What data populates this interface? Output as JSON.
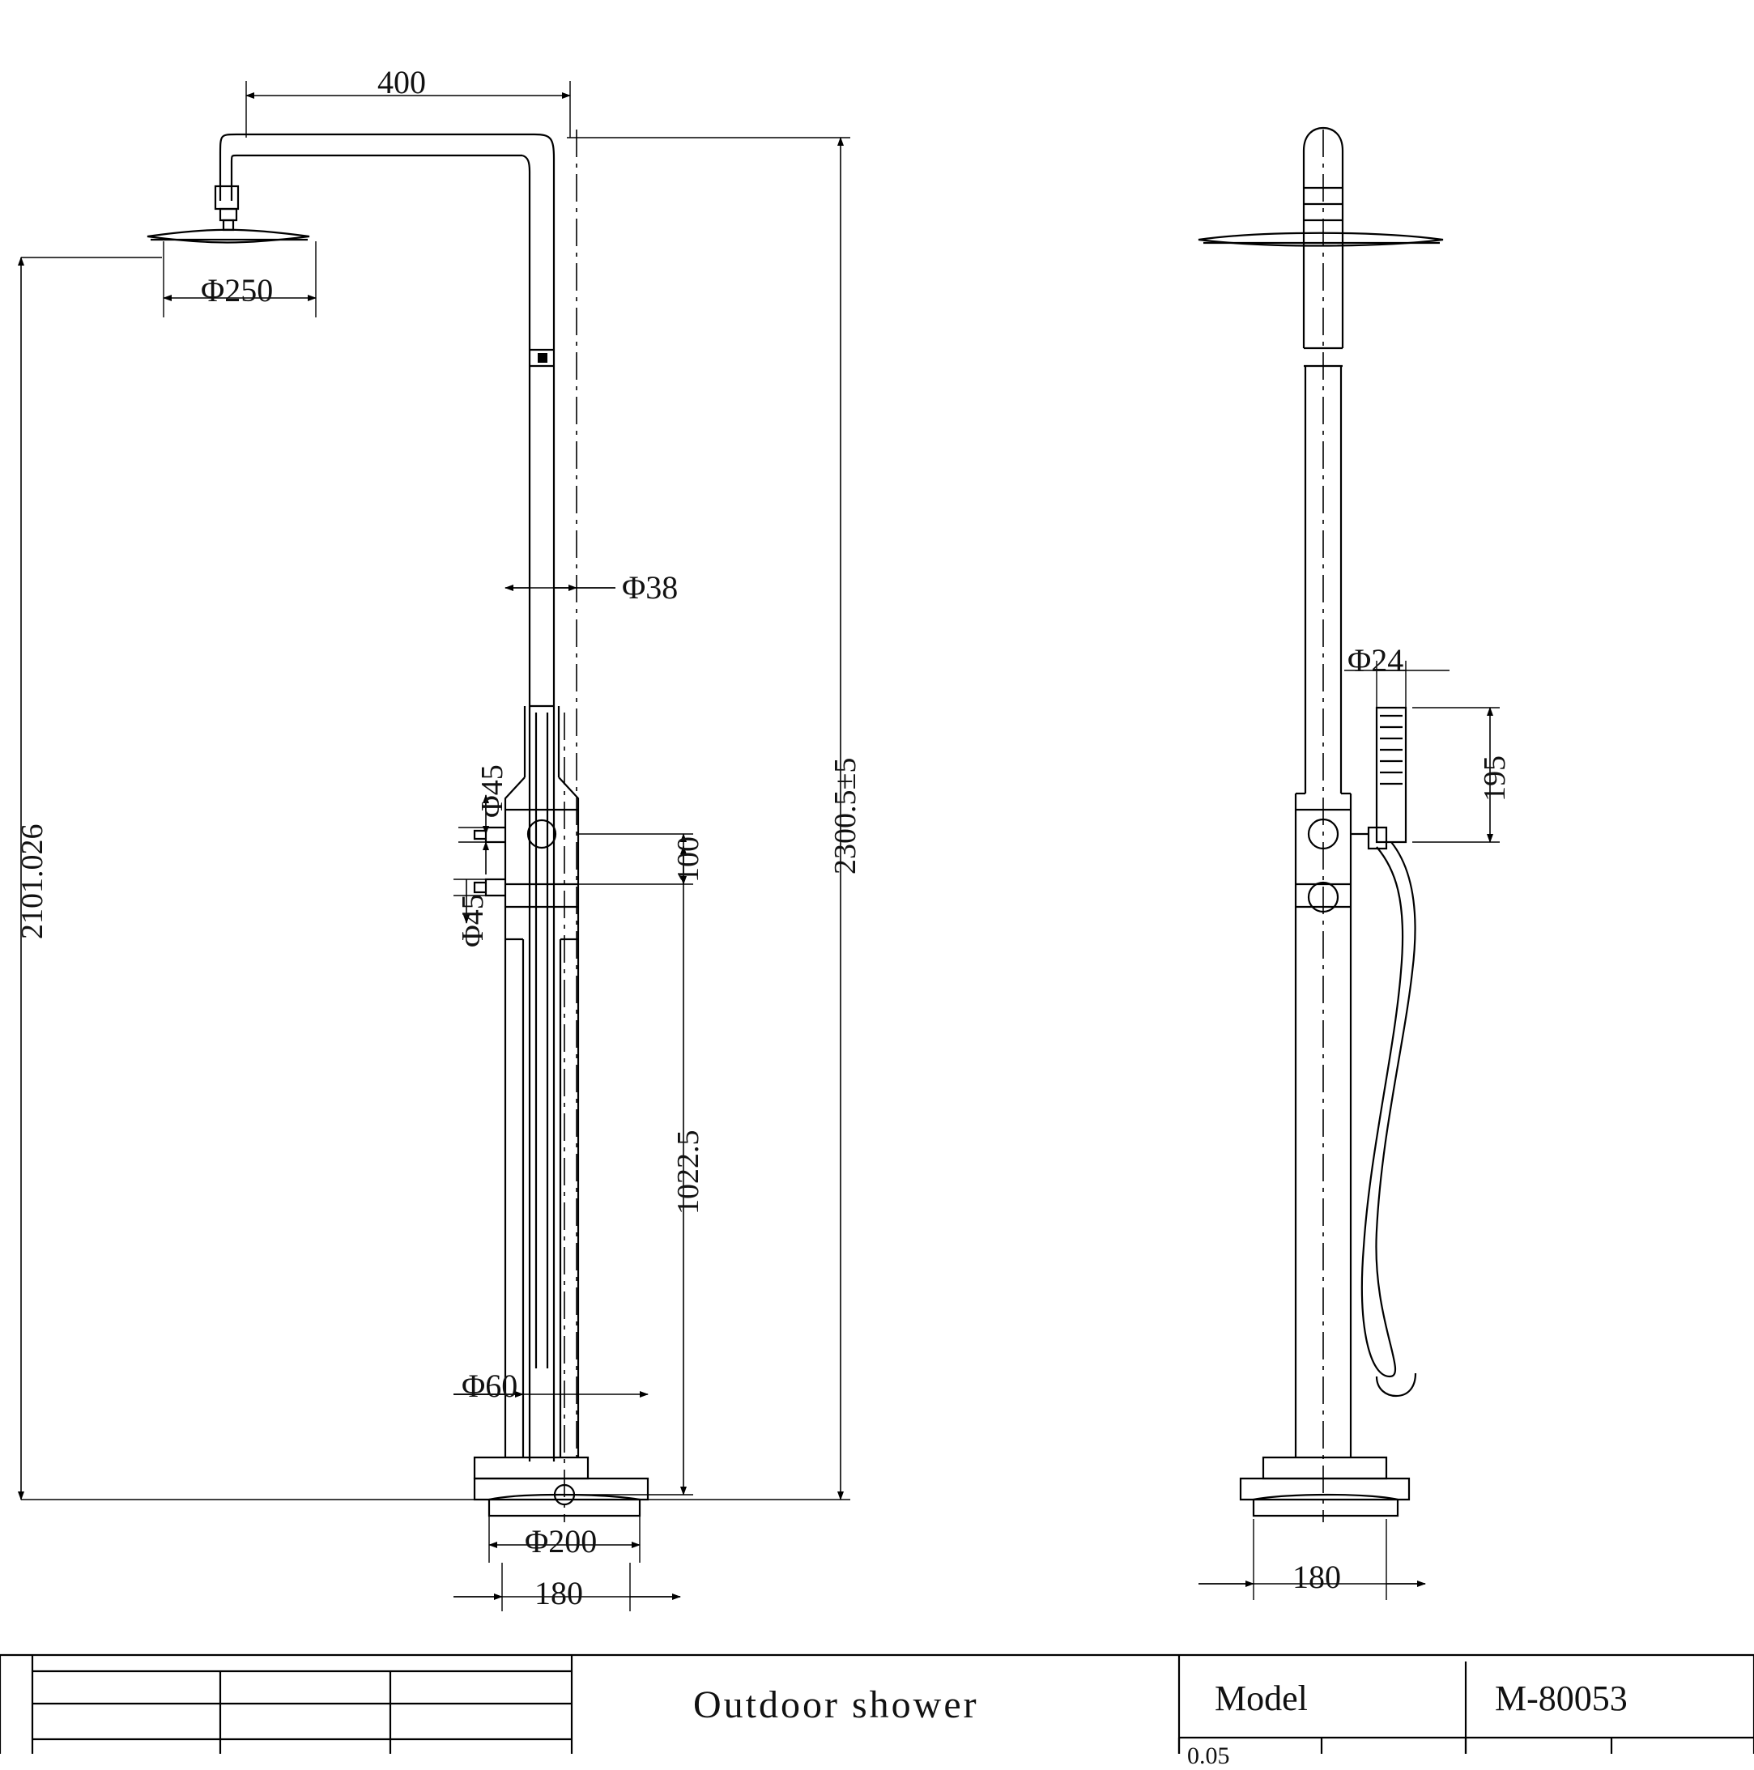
{
  "drawing": {
    "title": "Outdoor shower",
    "model_label": "Model",
    "model_value": "M-80053",
    "views": {
      "front": "front-elevation",
      "side": "side-elevation"
    }
  },
  "dimensions": {
    "arm_reach": "400",
    "head_diameter": "Φ250",
    "riser_diameter": "Φ38",
    "valve_spout_upper": "Φ45",
    "valve_spout_lower": "Φ45",
    "valve_spacing": "100",
    "valve_to_floor": "1022.5",
    "column_base_diameter": "Φ60",
    "overall_height": "2300.5±5",
    "left_overall_height": "2101.026",
    "flange_diameter": "Φ200",
    "flange_width": "180",
    "handset_diameter": "Φ24",
    "handset_length": "195",
    "side_base_width": "180"
  },
  "table": {
    "rows": 4,
    "cols": 3,
    "cells": [
      "",
      "",
      "",
      "",
      "",
      "",
      "",
      "",
      "",
      "",
      "",
      ""
    ],
    "bottom_partial": "0.05"
  }
}
